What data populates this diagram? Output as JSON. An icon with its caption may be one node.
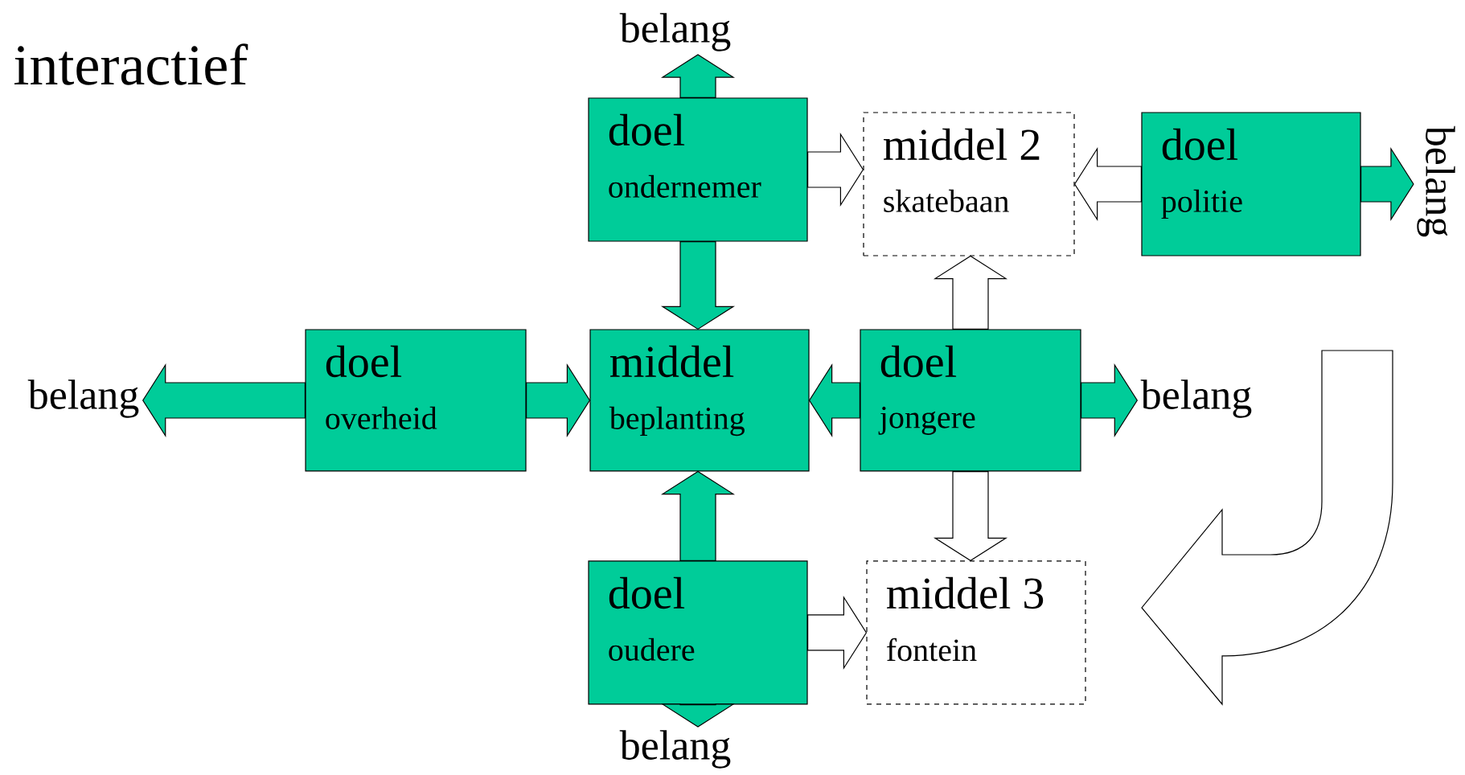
{
  "diagram": {
    "title": "interactief",
    "nodes": [
      {
        "text": [
          "doel",
          "ondernemer"
        ]
      },
      {
        "text": [
          "middel 2",
          "skatebaan"
        ]
      },
      {
        "text": [
          "doel",
          "politie"
        ]
      },
      {
        "text": [
          "doel",
          "overheid"
        ]
      },
      {
        "text": [
          "middel",
          "beplanting"
        ]
      },
      {
        "text": [
          "doel",
          "jongere"
        ]
      },
      {
        "text": [
          "doel",
          "oudere"
        ]
      },
      {
        "text": [
          "middel 3",
          "fontein"
        ]
      },
      {
        "text": [
          "belang"
        ]
      },
      {
        "text": [
          "belang"
        ]
      },
      {
        "text": [
          "belang"
        ]
      },
      {
        "text": [
          "belang"
        ]
      },
      {
        "text": [
          "belang"
        ]
      }
    ],
    "edges": [
      {
        "from": 0,
        "to": 8,
        "arrow": "to"
      },
      {
        "from": 0,
        "to": 4,
        "arrow": "to"
      },
      {
        "from": 0,
        "to": 1,
        "arrow": "to",
        "color": "#ffffff"
      },
      {
        "from": 2,
        "to": 1,
        "arrow": "to",
        "color": "#ffffff"
      },
      {
        "from": 2,
        "to": 9,
        "arrow": "to"
      },
      {
        "from": 3,
        "to": 10,
        "arrow": "to"
      },
      {
        "from": 3,
        "to": 4,
        "arrow": "to"
      },
      {
        "from": 5,
        "to": 4,
        "arrow": "to"
      },
      {
        "from": 5,
        "to": 11,
        "arrow": "to"
      },
      {
        "from": 5,
        "to": 1,
        "arrow": "to",
        "color": "#ffffff"
      },
      {
        "from": 5,
        "to": 7,
        "arrow": "to",
        "color": "#ffffff"
      },
      {
        "from": 6,
        "to": 4,
        "arrow": "to"
      },
      {
        "from": 6,
        "to": 12,
        "arrow": "to"
      },
      {
        "from": 6,
        "to": 7,
        "arrow": "to",
        "color": "#ffffff"
      }
    ]
  }
}
